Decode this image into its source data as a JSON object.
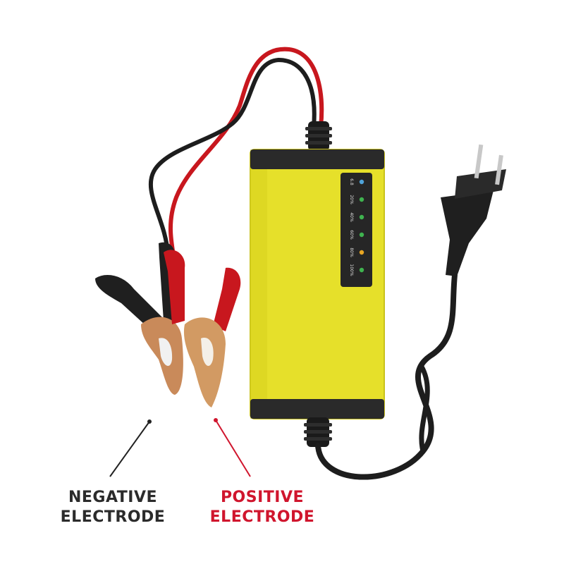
{
  "labels": {
    "negative": {
      "line1": "NEGATIVE",
      "line2": "ELECTRODE",
      "color": "#2b2b2b"
    },
    "positive": {
      "line1": "POSITIVE",
      "line2": "ELECTRODE",
      "color": "#d0152d"
    }
  },
  "indicator_panel": {
    "levels": [
      "6.8",
      "20%",
      "40%",
      "60%",
      "80%",
      "100%"
    ],
    "led_colors": [
      "#4fa3d9",
      "#3fb34f",
      "#3fb34f",
      "#3fb34f",
      "#e8a623",
      "#3fb34f"
    ]
  },
  "colors": {
    "charger_body": "#e6e02a",
    "charger_caps": "#2a2a2a",
    "cable_red": "#c8171e",
    "cable_black": "#1d1d1d",
    "clamp_copper": "#c98a5a"
  }
}
